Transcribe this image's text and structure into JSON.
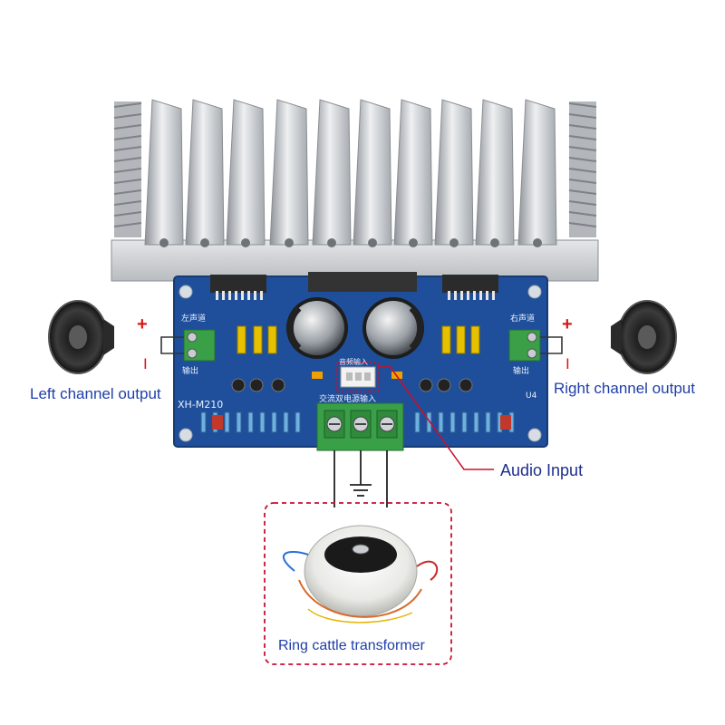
{
  "labels": {
    "left_channel": "Left channel output",
    "right_channel": "Right channel output",
    "audio_input": "Audio Input",
    "transformer": "Ring cattle transformer"
  },
  "polarity": {
    "plus": "+",
    "minus": "I"
  },
  "pcb": {
    "model": "XH-M210",
    "left_channel_cn": "左声道",
    "left_out_cn": "输出",
    "right_channel_cn": "右声道",
    "right_out_cn": "输出",
    "audio_in_cn": "音频输入",
    "ac_power_cn": "交流双电源输入",
    "u4": "U4"
  },
  "colors": {
    "label_text": "#1f3fa8",
    "audio_label_text": "#1c2f8f",
    "polarity_red": "#d81818",
    "pcb_blue": "#1f4f9a",
    "callout_red": "#c8102e",
    "heatsink": "#c9ccd0",
    "terminal_green": "#3aa047"
  },
  "icons": [
    "speaker-icon",
    "ground-icon",
    "toroidal-transformer-icon",
    "screw-terminal-icon"
  ]
}
